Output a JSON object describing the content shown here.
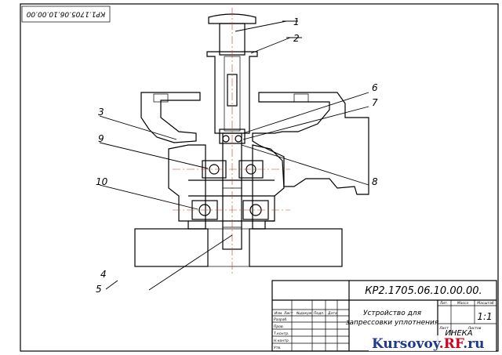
{
  "stamp_code": "КР1.1705.06.10.00.00",
  "labels": [
    "1",
    "2",
    "3",
    "4",
    "5",
    "6",
    "7",
    "8",
    "9",
    "10"
  ],
  "title_block": {
    "designation": "КР2.1705.06.10.00.00.",
    "name_line1": "Устройство для",
    "name_line2": "запрессовки уплотнения",
    "scale": "1:1",
    "org": "ИНЕКА",
    "row_labels": [
      "Изм.",
      "Лист",
      "№докум.",
      "Подп.",
      "Дата"
    ],
    "left_labels": [
      "Разраб.",
      "Пров.",
      "Т.контр.",
      "Н.контр.",
      "Утв."
    ],
    "col_headers": [
      "Лит.",
      "Масса",
      "Масштаб"
    ],
    "sheet_labels": [
      "Лист",
      "Листов"
    ]
  },
  "watermark": {
    "part1": "Kursovoy",
    "part2": ".RF",
    "part3": ".ru"
  },
  "colors": {
    "line": "#000000",
    "hatch": "#c0392b",
    "watermark_blue": "#1f3a8a",
    "watermark_red": "#d0021b"
  }
}
